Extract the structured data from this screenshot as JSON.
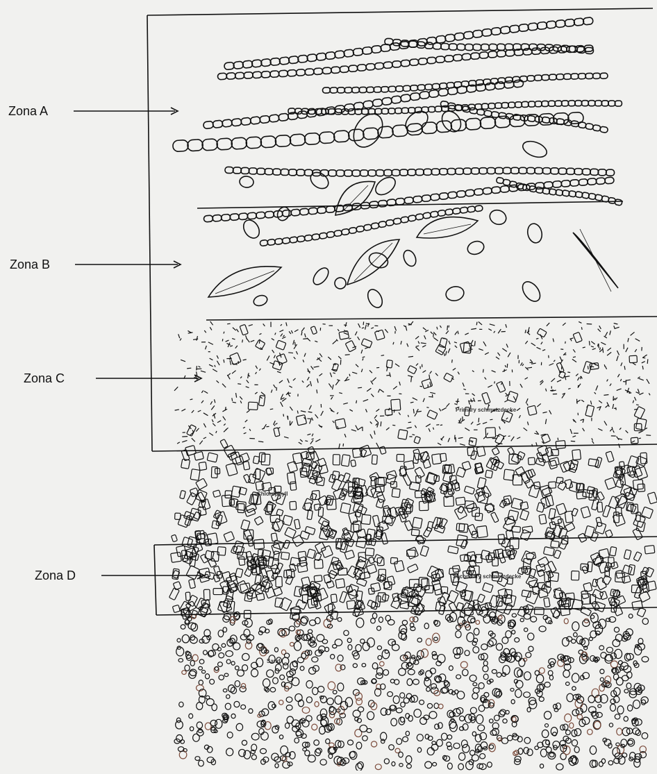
{
  "zones": [
    {
      "id": "zone-a",
      "label": "Zona A"
    },
    {
      "id": "zone-b",
      "label": "Zona B"
    },
    {
      "id": "zone-c",
      "label": "Zona C"
    },
    {
      "id": "zone-d",
      "label": "Zona D"
    }
  ],
  "layer_labels": {
    "primary": "Primary schmutzdecke",
    "chlorophyll": "Chlorophyll",
    "secondary": "Secondary schmutzdecke",
    "sand": "Sand"
  },
  "colors": {
    "background": "#f1f1ef",
    "ink": "#111111",
    "sand_tint": "#7a4a3a"
  }
}
